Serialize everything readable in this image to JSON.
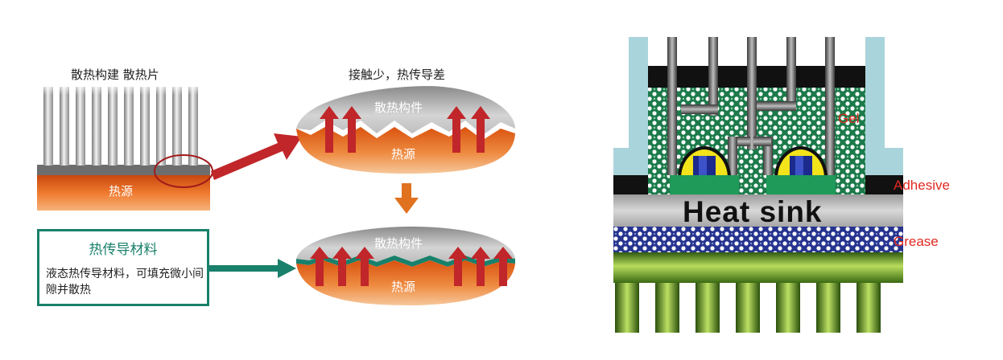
{
  "left_panel": {
    "fin_title": "散热构建  散热片",
    "heat_source": "热源",
    "poor_contact_title": "接触少，热传导差",
    "top_oval": {
      "upper_label": "散热构件",
      "lower_label": "热源"
    },
    "bottom_oval": {
      "upper_label": "散热构件",
      "lower_label": "热源"
    },
    "callout": {
      "title": "热传导材料",
      "body": "液态热传导材料，可填充微小间隙并散热"
    },
    "colors": {
      "heat_source": "#e0621f",
      "arrow_red": "#c0262a",
      "arrow_orange": "#e0721f",
      "teal": "#19806b"
    }
  },
  "right_panel": {
    "heat_sink": "Heat sink",
    "gel": "Gel",
    "adhesive": "Adhesive",
    "grease": "Grease",
    "colors": {
      "label_red": "#e0281f",
      "frame_blue": "#aad4db",
      "gel_green": "#1f7a4d",
      "grease_blue": "#2a3a9a",
      "fin_green": "#6da51e"
    }
  }
}
